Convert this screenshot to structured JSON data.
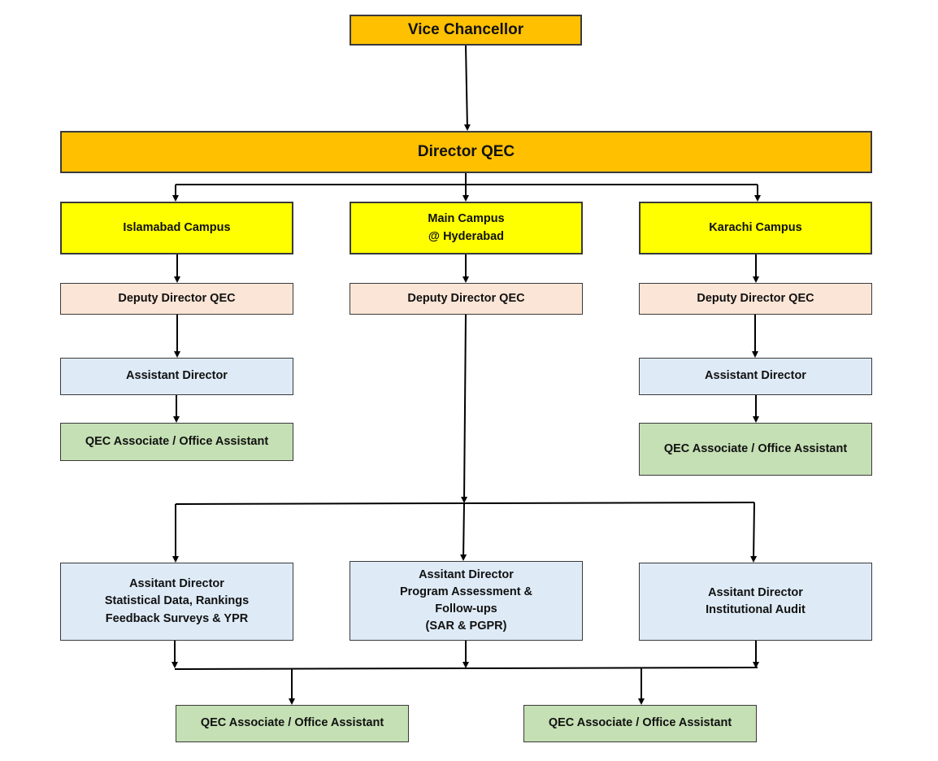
{
  "nodes": {
    "vc": "Vice Chancellor",
    "director": "Director QEC",
    "islamabad": "Islamabad Campus",
    "main": "Main Campus\n@ Hyderabad",
    "karachi": "Karachi Campus",
    "dd_isb": "Deputy Director QEC",
    "dd_main": "Deputy Director QEC",
    "dd_khi": "Deputy Director QEC",
    "ad_isb": "Assistant Director",
    "ad_khi": "Assistant Director",
    "qa_isb": "QEC Associate / Office Assistant",
    "qa_khi": "QEC Associate / Office Assistant",
    "ad_stat": "Assitant Director\nStatistical Data, Rankings\nFeedback Surveys & YPR",
    "ad_prog": "Assitant Director\nProgram Assessment &\nFollow-ups\n(SAR & PGPR)",
    "ad_audit": "Assitant Director\nInstitutional Audit",
    "qa_bottom_left": "QEC Associate / Office Assistant",
    "qa_bottom_right": "QEC Associate / Office Assistant"
  },
  "colors": {
    "orange": "#ffc000",
    "yellow": "#ffff00",
    "peach": "#fbe5d6",
    "blue": "#deebf7",
    "green": "#c5e0b4",
    "line": "#000000"
  }
}
